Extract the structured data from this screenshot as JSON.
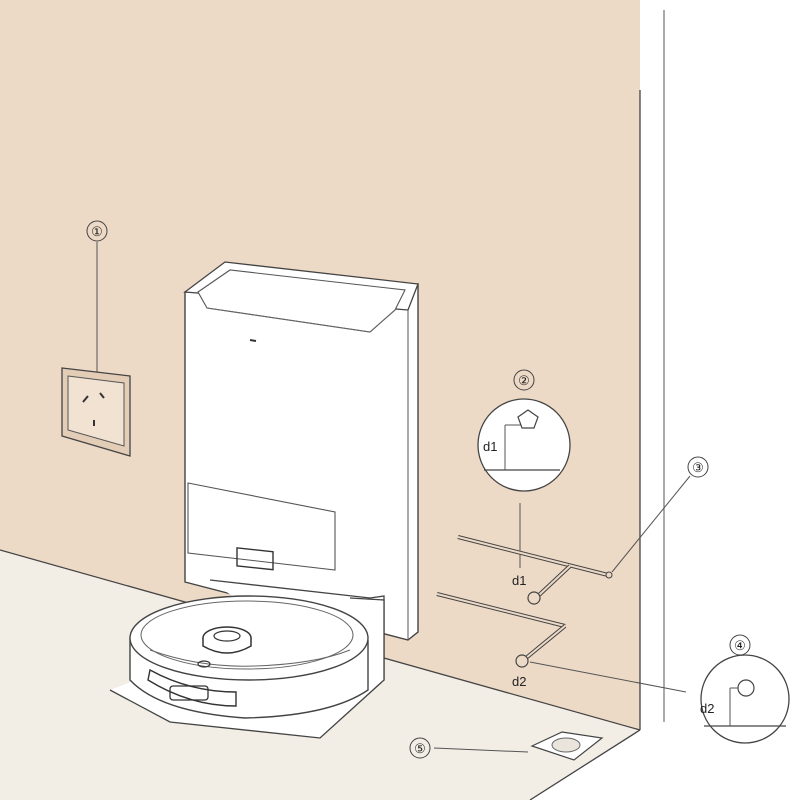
{
  "colors": {
    "wall": "#ecd9c6",
    "floor": "#f2ede5",
    "device": "#ffffff",
    "line": "#444444"
  },
  "callouts": {
    "c1": "①",
    "c2": "②",
    "c3": "③",
    "c4": "④",
    "c5": "⑤"
  },
  "dimensions": {
    "d1_detail": "d1",
    "d1_main": "d1",
    "d2_main": "d2",
    "d2_detail": "d2"
  },
  "icons": [
    "power-outlet-icon",
    "dock-station",
    "robot-vacuum",
    "floor-vent-icon"
  ]
}
